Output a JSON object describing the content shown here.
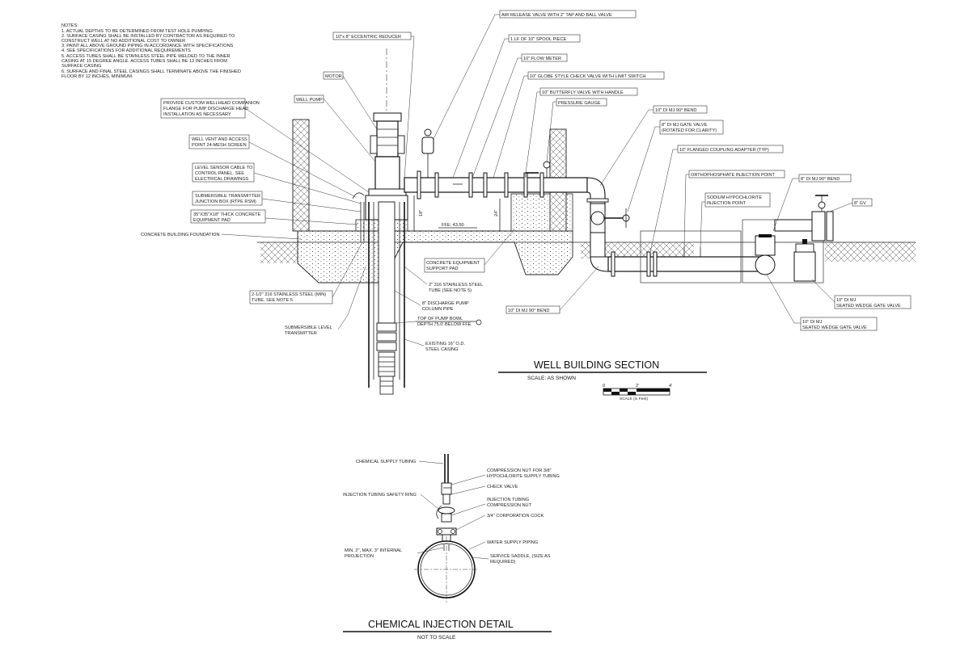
{
  "notes": {
    "heading": "NOTES:",
    "items": [
      "1.    ACTUAL DEPTHS TO BE DETERMINED FROM TEST HOLE PUMPING",
      "2.    SURFACE CASING SHALL BE INSTALLED BY CONTRACTOR AS REQUIRED TO",
      "       CONSTRUCT WELL AT NO ADDITIONAL COST TO OWNER",
      "3.    PAINT ALL ABOVE GROUND PIPING IN ACCORDANCE WITH SPECIFICATIONS",
      "4.    SEE SPECIFICATIONS FOR ADDITIONAL REQUIREMENTS",
      "5.    ACCESS TUBES SHALL BE STAINLESS STEEL PIPE WELDED TO THE INNER",
      "       CASING AT 15 DEGREE ANGLE. ACCESS TUBES SHALL BE 12 INCHES FROM",
      "       SURFACE CASING",
      "6.    SURFACE AND FINAL STEEL CASINGS SHALL TERMINATE ABOVE THE FINISHED",
      "       FLOOR BY 12 INCHES, MINIMUM."
    ]
  },
  "well_section": {
    "title": "WELL BUILDING SECTION",
    "scale_text": "SCALE: AS SHOWN",
    "scale_bar": {
      "ticks": [
        "0",
        "2'",
        "4'"
      ],
      "caption": "SCALE (in Feet)"
    },
    "ffe_label": "FFE: 43.50",
    "dim_18": "18\"",
    "dim_24": "24\"",
    "labels": {
      "eccentric_reducer": "10\"x 8\" ECCENTRIC REDUCER",
      "motor": "MOTOR",
      "well_pump": "WELL PUMP",
      "wellhead_flange": [
        "PROVIDE CUSTOM WELLHEAD COMPANION",
        "FLANGE FOR PUMP DISCHARGE HEAD",
        "INSTALLATION AS NECESSARY"
      ],
      "well_vent": [
        "WELL VENT AND ACCESS",
        "POINT 24-MESH SCREEN"
      ],
      "level_sensor_cable": [
        "LEVEL SENSOR CABLE TO",
        "CONTROL PANEL. SEE",
        "ELECTRICAL DRAWINGS"
      ],
      "junction_box": [
        "SUBMERSIBLE TRANSMITTER",
        "JUNCTION BOX (RTPE RSM)"
      ],
      "equipment_pad": [
        "35\"X35\"X18\" THICK CONCRETE",
        "EQUIPMENT PAD"
      ],
      "building_foundation": "CONCRETE BUILDING FOUNDATION",
      "ss_tube_min": [
        "2-1/2\" 316 STAINLESS STEEL (MIN)",
        "TUBE. SEE NOTE 5"
      ],
      "level_transmitter": [
        "SUBMERSIBLE LEVEL",
        "TRANSMITTER"
      ],
      "air_release": "AIR RELEASE VALVE WITH 2\" TAP AND BALL VALVE",
      "spool_piece": "1 LF OF 10\" SPOOL PIECE",
      "flow_meter": "10\" FLOW METER",
      "check_valve": "10\" GLOBE STYLE CHECK VALVE WITH LIMIT SWITCH",
      "butterfly_valve": "10\" BUTTERFLY VALVE WITH HANDLE",
      "pressure_gauge": "PRESSURE GAUGE",
      "bend_90_top": "10\" DI MJ 90° BEND",
      "gate_valve": [
        "8\" DI MJ GATE VALVE",
        "(ROTATED FOR CLARITY)"
      ],
      "flanged_coupling": "10\" FLANGED COUPLING ADAPTER (TYP)",
      "orthophosphate": "ORTHOPHOSPHATE INJECTION POINT",
      "hypochlorite": [
        "SODIUM HYPOCHLORITE",
        "INJECTION POINT"
      ],
      "bend_90_right": "8\" DI MJ 90° BEND",
      "gv_8": "8\" GV",
      "concrete_support_pad": [
        "CONCRETE EQUIPMENT",
        "SUPPORT PAD"
      ],
      "ss_tube_2": [
        "2\" 316 STAINLESS STEEL",
        "TUBE (SEE NOTE 5)"
      ],
      "discharge_column": [
        "8\" DISCHARGE PUMP",
        "COLUMN PIPE"
      ],
      "pump_bowl": [
        "TOP OF PUMP BOWL",
        "DEPTH 75.0' BELOW FFE"
      ],
      "existing_casing": [
        "EXISTING 16\" O.D.",
        "STEEL CASING"
      ],
      "bend_90_bottom": "10\" DI MJ 90° BEND",
      "wedge_gate_valve_1": [
        "10\" DI MJ",
        "SEATED WEDGE GATE VALVE"
      ],
      "wedge_gate_valve_2": [
        "10\" DI MJ",
        "SEATED WEDGE GATE VALVE"
      ]
    }
  },
  "chem_detail": {
    "title": "CHEMICAL INJECTION DETAIL",
    "subtitle": "NOT TO SCALE",
    "labels": {
      "supply_tubing": "CHEMICAL SUPPLY TUBING",
      "compression_nut": [
        "COMPRESSION NUT FOR 3/8\"",
        "HYPOCHLORITE SUPPLY TUBING"
      ],
      "check_valve": "CHECK VALVE",
      "safety_ring": "INJECTION TUBING SAFETY RING",
      "injection_nut": [
        "INJECTION TUBING",
        "COMPRESSION NUT"
      ],
      "corp_cock": "3/4\" CORPORATION COCK",
      "water_piping": "WATER SUPPLY PIPING",
      "projection": [
        "MIN. 2\", MAX. 3\" INTERNAL",
        "PROJECTION"
      ],
      "service_saddle": [
        "SERVICE SADDLE, (SIZE AS",
        "REQUIRED)"
      ]
    }
  }
}
